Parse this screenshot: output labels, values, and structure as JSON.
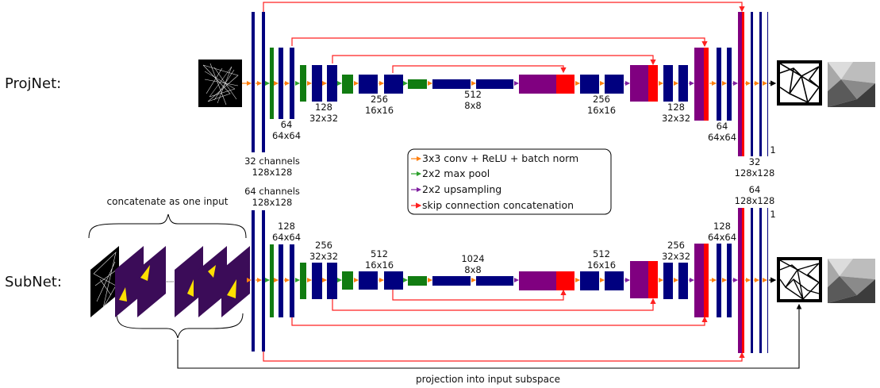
{
  "rows": {
    "projnet_label": "ProjNet:",
    "subnet_label": "SubNet:"
  },
  "projnet_labels": {
    "l32_a": "32 channels",
    "l32_b": "128x128",
    "l64_a": "64",
    "l64_b": "64x64",
    "l128_a": "128",
    "l128_b": "32x32",
    "l256_a": "256",
    "l256_b": "16x16",
    "l512_a": "512",
    "l512_b": "8x8",
    "r256_a": "256",
    "r256_b": "16x16",
    "r128_a": "128",
    "r128_b": "32x32",
    "r64_a": "64",
    "r64_b": "64x64",
    "r32_a": "32",
    "r32_b": "128x128",
    "out_1": "1"
  },
  "subnet_labels": {
    "l64_a": "64 channels",
    "l64_b": "128x128",
    "l128_a": "128",
    "l128_b": "64x64",
    "l256_a": "256",
    "l256_b": "32x32",
    "l512_a": "512",
    "l512_b": "16x16",
    "l1024_a": "1024",
    "l1024_b": "8x8",
    "r512_a": "512",
    "r512_b": "16x16",
    "r256_a": "256",
    "r256_b": "32x32",
    "r128_a": "128",
    "r128_b": "64x64",
    "r64_a": "64",
    "r64_b": "128x128",
    "out_1": "1"
  },
  "legend": {
    "conv": "3x3 conv + ReLU + batch norm",
    "pool": "2x2 max pool",
    "up": "2x2 upsampling",
    "skip": "skip connection concatenation"
  },
  "captions": {
    "concat": "concatenate as one input",
    "projection": "projection into input subspace"
  },
  "colors": {
    "conv_block": "#00007f",
    "pool_block": "#117c11",
    "upsample_block": "#800080",
    "skip_block": "#ff0000",
    "conv_arrow": "#ff7f0e",
    "pool_arrow": "#2ca02c",
    "up_arrow": "#7f1fa0",
    "skip_arrow": "#ff2020",
    "subspace_panel": "#3b0c58",
    "subspace_triangle": "#ffe000"
  }
}
